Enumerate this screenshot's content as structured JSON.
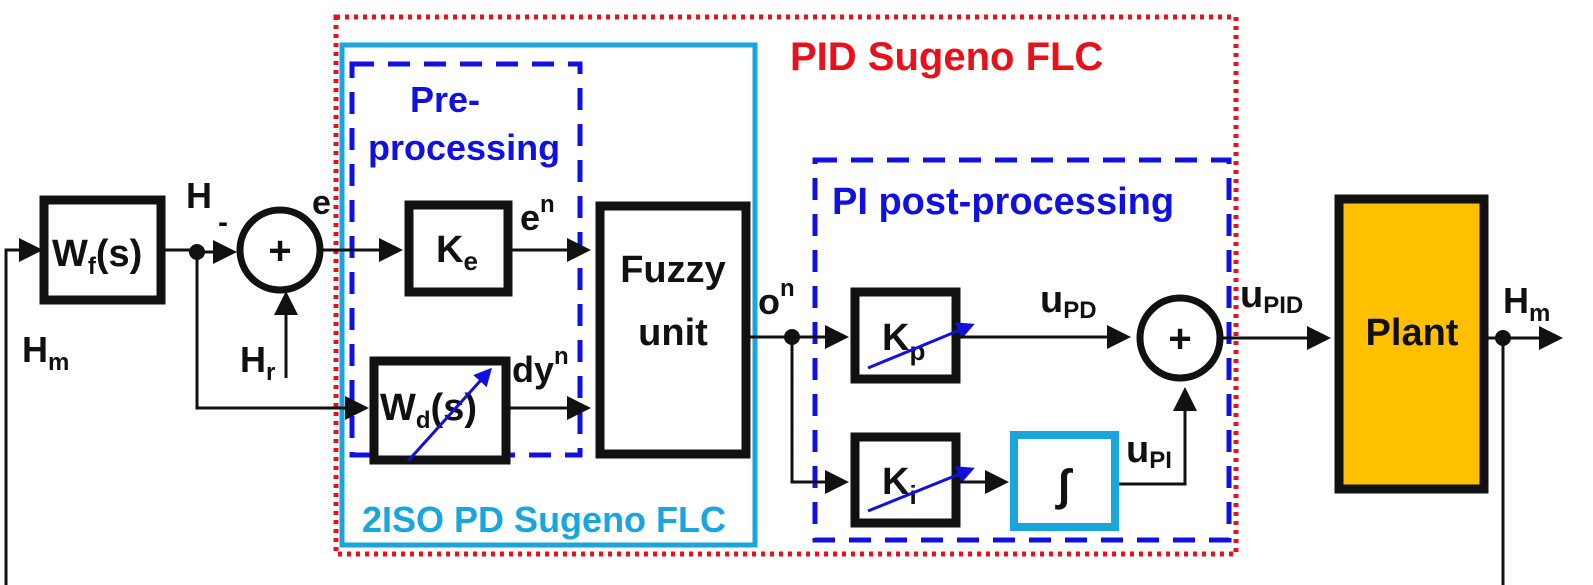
{
  "title": "PID Sugeno FLC",
  "regions": {
    "outer": {
      "label": "PID Sugeno FLC",
      "color": "#e8101a"
    },
    "pd_flc": {
      "label": "2ISO PD Sugeno FLC",
      "color": "#1aa6dc"
    },
    "pre": {
      "label_line1": "Pre-",
      "label_line2": "processing",
      "color": "#1010e0"
    },
    "post": {
      "label": "PI post-processing",
      "color": "#1010e0"
    }
  },
  "blocks": {
    "wf": {
      "main": "W",
      "sub": "f",
      "tail": "(s)"
    },
    "ke": {
      "main": "K",
      "sub": "e"
    },
    "wd": {
      "main": "W",
      "sub": "d",
      "tail": "(s)"
    },
    "fuzzy": {
      "line1": "Fuzzy",
      "line2": "unit"
    },
    "kp": {
      "main": "K",
      "sub": "p"
    },
    "ki": {
      "main": "K",
      "sub": "i"
    },
    "integrator": {
      "symbol": "∫"
    },
    "plant": {
      "label": "Plant",
      "color": "#ffc000"
    }
  },
  "sums": {
    "first": {
      "symbol": "+",
      "minus": "-"
    },
    "second": {
      "symbol": "+"
    }
  },
  "signals": {
    "h": "H",
    "hm_left": {
      "main": "H",
      "sub": "m"
    },
    "hr": {
      "main": "H",
      "sub": "r"
    },
    "e": "e",
    "en": {
      "main": "e",
      "sup": "n"
    },
    "dyn": {
      "main": "dy",
      "sup": "n"
    },
    "on": {
      "main": "o",
      "sup": "n"
    },
    "upd": {
      "main": "u",
      "sub": "PD"
    },
    "upi": {
      "main": "u",
      "sub": "PI"
    },
    "upid": {
      "main": "u",
      "sub": "PID"
    },
    "hm_right": {
      "main": "H",
      "sub": "m"
    }
  }
}
